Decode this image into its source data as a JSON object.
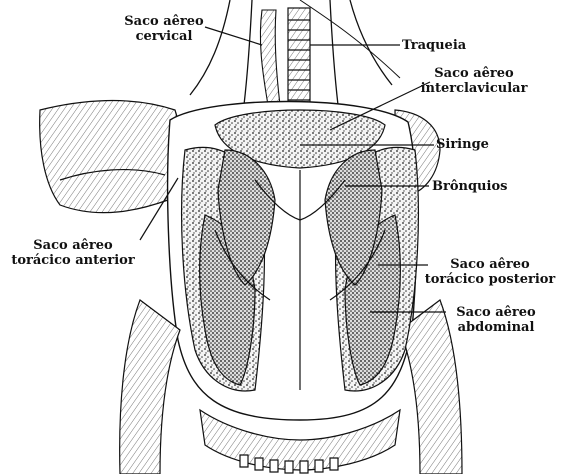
{
  "labels": {
    "cervical": {
      "line1": "Saco aêreo",
      "line2": "cervical"
    },
    "traqueia": {
      "line1": "Traqueia"
    },
    "interclavicular": {
      "line1": "Saco aêreo",
      "line2": "interclavicular"
    },
    "siringe": {
      "line1": "Siringe"
    },
    "bronquios": {
      "line1": "Brônquios"
    },
    "toracico_anterior": {
      "line1": "Saco aêreo",
      "line2": "torácico anterior"
    },
    "toracico_posterior": {
      "line1": "Saco aêreo",
      "line2": "torácico posterior"
    },
    "abdominal": {
      "line1": "Saco aêreo",
      "line2": "abdominal"
    }
  },
  "colors": {
    "ink": "#111111",
    "background": "#ffffff"
  }
}
